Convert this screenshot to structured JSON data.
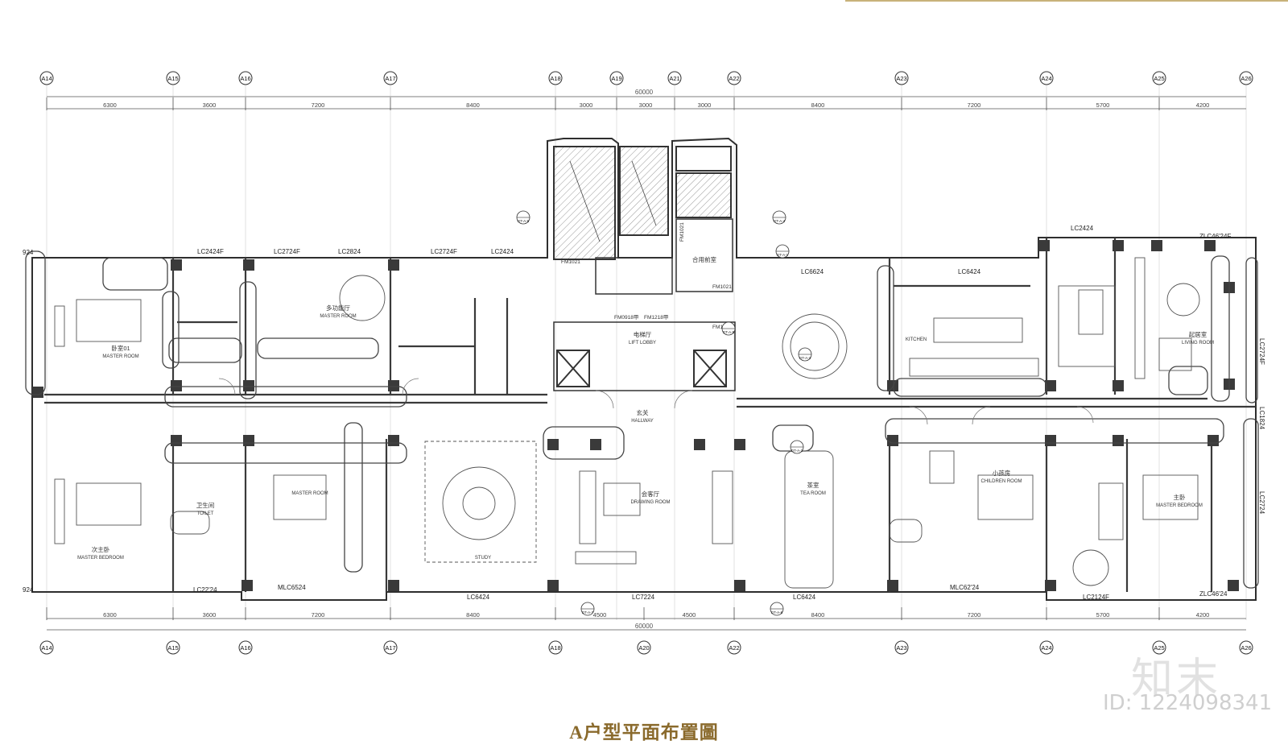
{
  "drawing_title": "A户型平面布置圖",
  "watermark": {
    "logo": "知末",
    "id": "ID: 1224098341"
  },
  "axes": {
    "labels": [
      "A14",
      "A15",
      "A16",
      "A17",
      "A18",
      "A19",
      "A21",
      "A22",
      "A23",
      "A24",
      "A25",
      "A26"
    ],
    "bottom_labels": [
      "A14",
      "A15",
      "A16",
      "A17",
      "A18",
      "A20",
      "A22",
      "A23",
      "A24",
      "A25",
      "A26"
    ],
    "top_dims": [
      "6300",
      "3600",
      "7200",
      "8400",
      "3000",
      "3000",
      "3000",
      "8400",
      "7200",
      "5700",
      "4200"
    ],
    "top_total": "60000",
    "bottom_dims": [
      "6300",
      "3600",
      "7200",
      "8400",
      "4500",
      "4500",
      "8400",
      "7200",
      "5700",
      "4200"
    ],
    "bottom_total": "60000"
  },
  "windows": [
    "LC2424F",
    "LC2724F",
    "LC2824",
    "LC2724F",
    "LC2424",
    "LC6624",
    "LC6424",
    "LC2424",
    "ZLC46'24F",
    "LC22'24",
    "MLC6524",
    "LC6424",
    "LC7224",
    "LC6424",
    "MLC62'24",
    "LC2124F",
    "ZLC46'24",
    "LC2724",
    "LC1824",
    "LC2724F",
    "924",
    "924"
  ],
  "rooms": [
    {
      "cn": "卧室01",
      "en": "MASTER ROOM"
    },
    {
      "cn": "多功能厅",
      "en": "MASTER ROOM"
    },
    {
      "cn": "次主卧",
      "en": "MASTER BEDROOM"
    },
    {
      "cn": "",
      "en": "MASTER ROOM"
    },
    {
      "cn": "电梯厅",
      "en": "LIFT LOBBY"
    },
    {
      "cn": "玄关",
      "en": "HALLWAY"
    },
    {
      "cn": "会客厅",
      "en": "DRAWING ROOM"
    },
    {
      "cn": "",
      "en": "STUDY"
    },
    {
      "cn": "茶室",
      "en": "TEA ROOM"
    },
    {
      "cn": "",
      "en": "KITCHEN"
    },
    {
      "cn": "起居室",
      "en": "LIVING ROOM"
    },
    {
      "cn": "小孩房",
      "en": "CHILDREN ROOM"
    },
    {
      "cn": "主卧",
      "en": "MASTER BEDROOM"
    },
    {
      "cn": "合用前室",
      "en": ""
    },
    {
      "cn": "卫生间",
      "en": "TOILET"
    }
  ],
  "doors": [
    "FM0918甲",
    "FM1218甲",
    "FM1021",
    "FM1021",
    "FM1021",
    "FM1021"
  ],
  "callouts": [
    "DT-A-6",
    "DT-A-4",
    "DT-A-1",
    "DT-A-5",
    "DT-A-3",
    "DT-A-2",
    "DT-A-7",
    "DT-A-8"
  ],
  "colors": {
    "line": "#2e2e2e",
    "thin": "#7a7a7a",
    "title": "#8a6a2c",
    "hatch": "#9a9a9a",
    "wall": "#3a3a3a"
  }
}
